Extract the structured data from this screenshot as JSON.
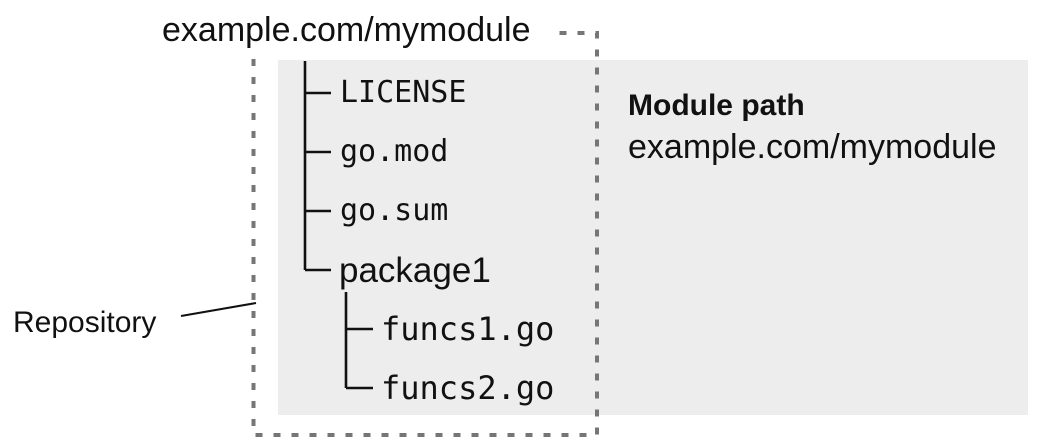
{
  "figure": {
    "repo_url_label": "example.com/mymodule",
    "repository_caption": "Repository",
    "module_path": {
      "title": "Module path",
      "value": "example.com/mymodule"
    },
    "tree": {
      "items": [
        {
          "label": "LICENSE",
          "type": "file",
          "level": 1
        },
        {
          "label": "go.mod",
          "type": "file",
          "level": 1
        },
        {
          "label": "go.sum",
          "type": "file",
          "level": 1
        },
        {
          "label": "package1",
          "type": "directory",
          "level": 1
        },
        {
          "label": "funcs1.go",
          "type": "file",
          "level": 2
        },
        {
          "label": "funcs2.go",
          "type": "file",
          "level": 2
        }
      ]
    },
    "colors": {
      "module_box_bg": "#ededed",
      "dotted_border": "#767676",
      "line": "#111111",
      "text": "#111111"
    }
  }
}
